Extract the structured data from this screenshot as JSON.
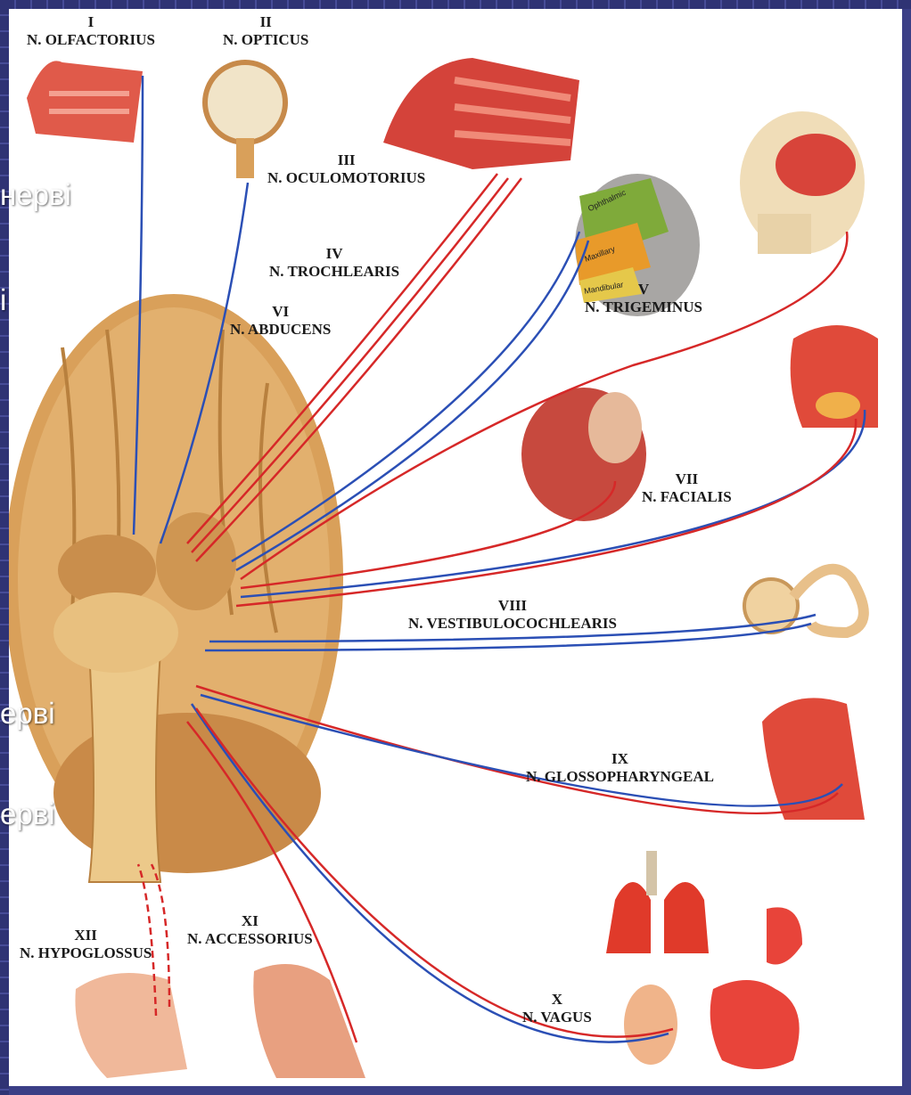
{
  "colors": {
    "slide_background": "#3b3f86",
    "nerve_motor": "#d62828",
    "nerve_sensory": "#2b4fb5",
    "brain": "#d9a05a"
  },
  "background_text": [
    "нерві",
    "і",
    "ерві",
    "ерві"
  ],
  "nerves": [
    {
      "numeral": "I",
      "name": "N. OLFACTORIUS"
    },
    {
      "numeral": "II",
      "name": "N. OPTICUS"
    },
    {
      "numeral": "III",
      "name": "N. OCULOMOTORIUS"
    },
    {
      "numeral": "IV",
      "name": "N. TROCHLEARIS"
    },
    {
      "numeral": "VI",
      "name": "N. ABDUCENS"
    },
    {
      "numeral": "V",
      "name": "N. TRIGEMINUS"
    },
    {
      "numeral": "VII",
      "name": "N. FACIALIS"
    },
    {
      "numeral": "VIII",
      "name": "N. VESTIBULOCOCHLEARIS"
    },
    {
      "numeral": "IX",
      "name": "N. GLOSSOPHARYNGEAL"
    },
    {
      "numeral": "X",
      "name": "N. VAGUS"
    },
    {
      "numeral": "XI",
      "name": "N. ACCESSORIUS"
    },
    {
      "numeral": "XII",
      "name": "N. HYPOGLOSSUS"
    }
  ],
  "trigeminus_regions": [
    "Ophthalmic",
    "Maxillary",
    "Mandibular"
  ]
}
